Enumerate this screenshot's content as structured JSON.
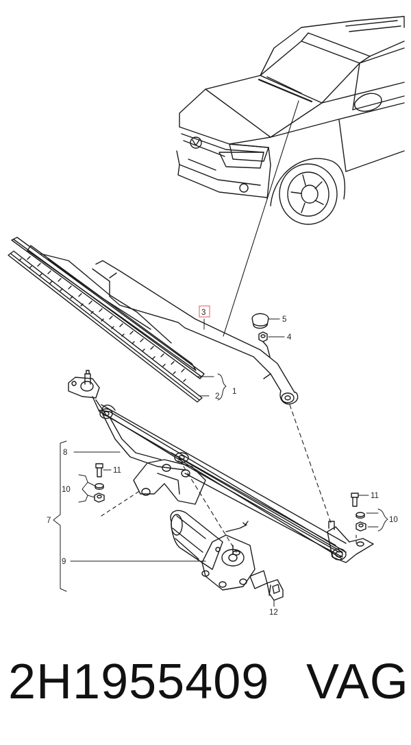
{
  "callouts": {
    "c1": "1",
    "c2": "2",
    "c3": "3",
    "c4": "4",
    "c5": "5",
    "c7": "7",
    "c8": "8",
    "c9": "9",
    "c10_left": "10",
    "c10_right": "10",
    "c11_left": "11",
    "c11_right": "11",
    "c12": "12"
  },
  "highlight_color": "#e05a5a",
  "part_number": "2H1955409",
  "brand": "VAG"
}
